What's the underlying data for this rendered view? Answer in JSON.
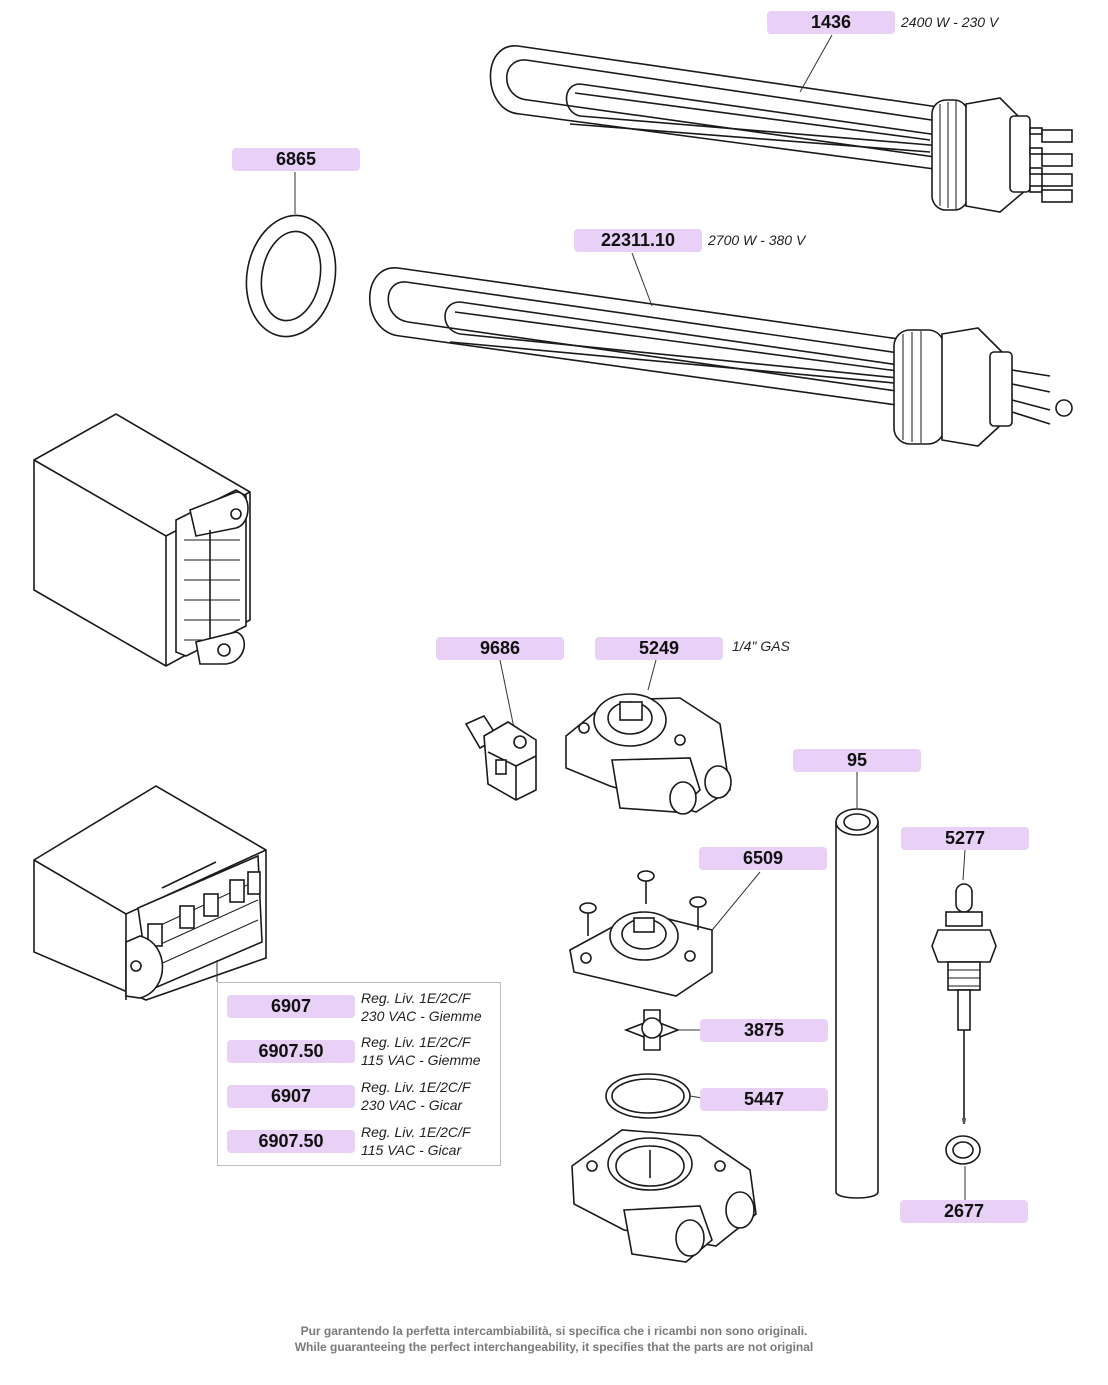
{
  "parts": {
    "p1436": {
      "code": "1436",
      "spec": "2400 W - 230 V"
    },
    "p6865": {
      "code": "6865"
    },
    "p22311": {
      "code": "22311.10",
      "spec": "2700 W - 380 V"
    },
    "p9686": {
      "code": "9686"
    },
    "p5249": {
      "code": "5249",
      "spec": "1/4\" GAS"
    },
    "p95": {
      "code": "95"
    },
    "p5277": {
      "code": "5277"
    },
    "p6509": {
      "code": "6509"
    },
    "p3875": {
      "code": "3875"
    },
    "p5447": {
      "code": "5447"
    },
    "p2677": {
      "code": "2677"
    }
  },
  "level_regulators": [
    {
      "code": "6907",
      "line1": "Reg. Liv. 1E/2C/F",
      "line2": "230 VAC - Giemme"
    },
    {
      "code": "6907.50",
      "line1": "Reg. Liv. 1E/2C/F",
      "line2": "115 VAC - Giemme"
    },
    {
      "code": "6907",
      "line1": "Reg. Liv. 1E/2C/F",
      "line2": "230 VAC - Gicar"
    },
    {
      "code": "6907.50",
      "line1": "Reg. Liv. 1E/2C/F",
      "line2": "115 VAC - Gicar"
    }
  ],
  "footer": {
    "line_it": "Pur garantendo la perfetta intercambiabilità, si specifica che i ricambi non sono originali.",
    "line_en": "While guaranteeing the perfect interchangeability, it specifies that the parts are not original"
  }
}
